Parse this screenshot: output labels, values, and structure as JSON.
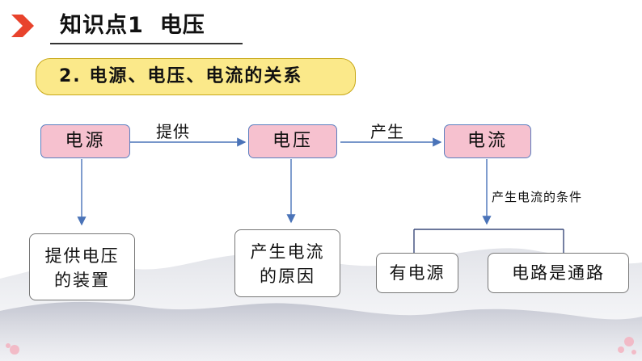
{
  "header": {
    "title_prefix": "知识点1",
    "title_topic": "电压",
    "chevron_color": "#e8432c"
  },
  "section": {
    "label": "2. 电源、电压、电流的关系"
  },
  "diagram": {
    "nodes": {
      "source": "电源",
      "voltage": "电压",
      "current": "电流",
      "source_desc_line1": "提供电压",
      "source_desc_line2": "的装置",
      "voltage_desc_line1": "产生电流",
      "voltage_desc_line2": "的原因",
      "cond_power": "有电源",
      "cond_closed": "电路是通路"
    },
    "edge_labels": {
      "provide": "提供",
      "produce": "产生",
      "conditions": "产生电流的条件"
    },
    "colors": {
      "node_fill": "#f6c1cf",
      "node_border": "#5b7fc0",
      "arrow": "#4a73b8"
    }
  }
}
